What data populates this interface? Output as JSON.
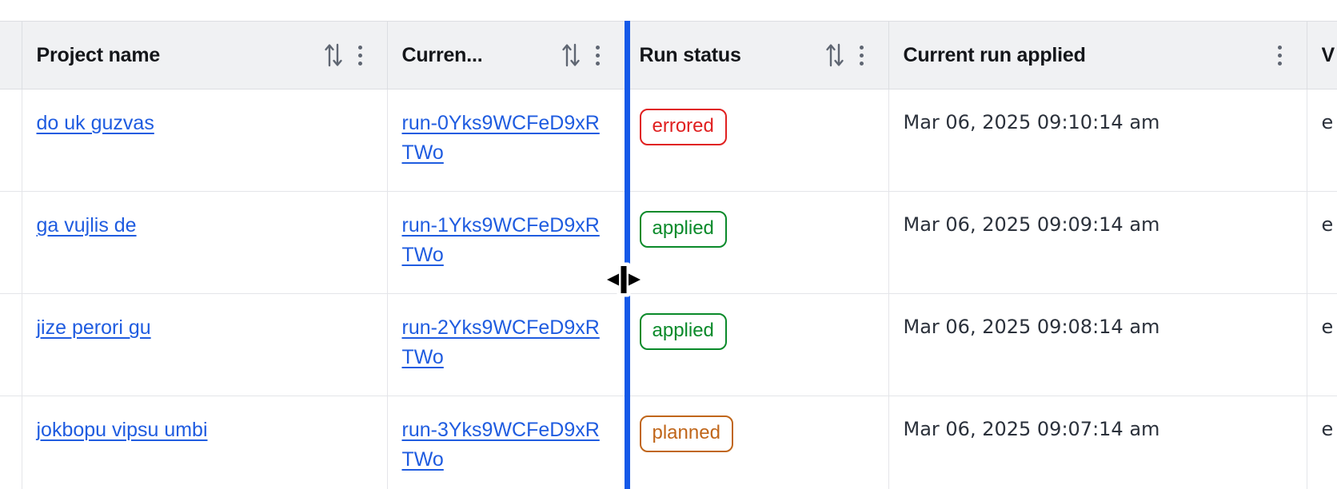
{
  "table": {
    "columns": [
      {
        "id": "gutter",
        "label": "",
        "sortable": false,
        "menu": false
      },
      {
        "id": "name",
        "label": "Project name",
        "sortable": true,
        "menu": true
      },
      {
        "id": "run",
        "label": "Curren...",
        "sortable": true,
        "menu": true
      },
      {
        "id": "status",
        "label": "Run status",
        "sortable": true,
        "menu": true
      },
      {
        "id": "applied",
        "label": "Current run applied",
        "sortable": false,
        "menu": true
      },
      {
        "id": "extra",
        "label": "V",
        "sortable": false,
        "menu": false
      }
    ],
    "rows": [
      {
        "project_name": "do uk guzvas",
        "current_run": "run-0Yks9WCFeD9xRTWo",
        "run_status": "errored",
        "run_status_kind": "errored",
        "current_run_applied": "Mar 06, 2025 09:10:14 am",
        "extra": "e"
      },
      {
        "project_name": "ga vujlis de",
        "current_run": "run-1Yks9WCFeD9xRTWo",
        "run_status": "applied",
        "run_status_kind": "applied",
        "current_run_applied": "Mar 06, 2025 09:09:14 am",
        "extra": "e"
      },
      {
        "project_name": "jize perori gu",
        "current_run": "run-2Yks9WCFeD9xRTWo",
        "run_status": "applied",
        "run_status_kind": "applied",
        "current_run_applied": "Mar 06, 2025 09:08:14 am",
        "extra": "e"
      },
      {
        "project_name": "jokbopu vipsu umbi",
        "current_run": "run-3Yks9WCFeD9xRTWo",
        "run_status": "planned",
        "run_status_kind": "planned",
        "current_run_applied": "Mar 06, 2025 09:07:14 am",
        "extra": "e"
      }
    ]
  },
  "interaction": {
    "column_resize_active": true,
    "resize_cursor": "col-resize-cursor",
    "resize_indicator_color": "#1559e8"
  },
  "colors": {
    "link": "#1f5ce0",
    "header_bg": "#f0f1f3",
    "border": "#dcdee2",
    "status_errored": "#e02020",
    "status_applied": "#0a8a2a",
    "status_planned": "#c0661a"
  },
  "icons": {
    "sort": "sort-ascending-descending-icon",
    "menu": "kebab-menu-icon"
  }
}
